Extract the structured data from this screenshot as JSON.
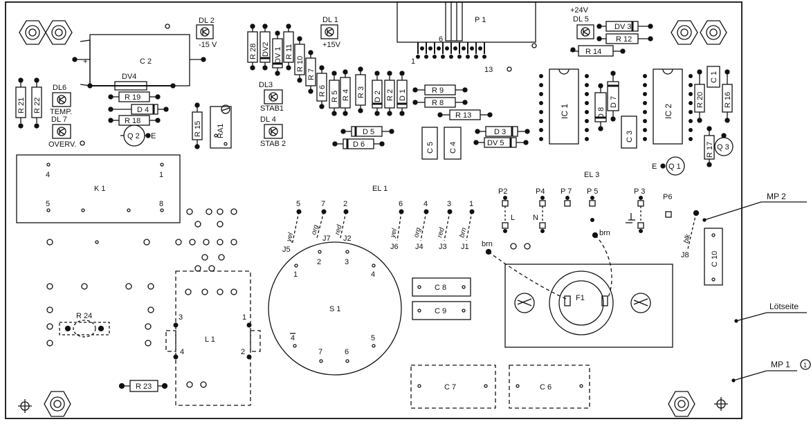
{
  "board_labels": {
    "DL2": "DL 2",
    "m15v": "-15 V",
    "DL1": "DL 1",
    "p15v": "+15V",
    "P1": "P 1",
    "p1_pin6": "6",
    "p1_pin1": "1",
    "p1_pin13": "13",
    "p24v": "+24V",
    "DL5": "DL 5",
    "DV3": "DV 3",
    "R12": "R 12",
    "R14": "R 14",
    "C2": "C 2",
    "c2_plus": "+",
    "R28": "R 28",
    "DV2": "DV2",
    "DV1": "DV 1",
    "R11": "R 11",
    "R10": "R 10",
    "R7": "R 7",
    "R6": "R 6",
    "R5": "R 5",
    "R4": "R 4",
    "R3": "R 3",
    "D2": "D 2",
    "R2": "R 2",
    "D1": "D 1",
    "DV4": "DV4",
    "R19": "R 19",
    "D4": "D 4",
    "R18": "R 18",
    "R21": "R 21",
    "R22": "R 22",
    "DL6": "DL6",
    "TEMP": "TEMP.",
    "DL7": "DL 7",
    "OVERV": "OVERV.",
    "Q2": "Q 2",
    "q2_e": "E",
    "R15": "R 15",
    "RA1": "RA1",
    "DL3": "DL3",
    "STAB1": "STAB1",
    "DL4": "DL 4",
    "STAB2": "STAB 2",
    "R9": "R 9",
    "R8": "R 8",
    "R13": "R 13",
    "D5": "D 5",
    "D6": "D 6",
    "C5": "C 5",
    "C4": "C 4",
    "D3": "D 3",
    "DV5": "DV 5",
    "IC1": "IC 1",
    "D8": "D 8",
    "D7": "D 7",
    "C3": "C 3",
    "IC2": "IC 2",
    "R20": "R 20",
    "C1": "C 1",
    "R16": "R 16",
    "R17": "R 17",
    "Q3": "Q 3",
    "Q1": "Q 1",
    "q1_e": "E",
    "K1": "K 1",
    "k1_4": "4",
    "k1_1": "1",
    "k1_5": "5",
    "k1_8": "8",
    "EL1": "EL 1",
    "EL3": "EL 3",
    "el1_5": "5",
    "el1_7": "7",
    "el1_2": "2",
    "el1_6": "6",
    "el1_4": "4",
    "el1_3": "3",
    "el1_1": "1",
    "J5": "J5",
    "J7": "J7",
    "J2": "J2",
    "J6": "J6",
    "J4": "J4",
    "J3": "J3",
    "J1": "J1",
    "yel": "yel",
    "org": "org",
    "red": "red",
    "brn": "brn",
    "blk": "blk",
    "P2": "P2",
    "P4": "P4",
    "P7": "P 7",
    "P5": "P 5",
    "P3": "P 3",
    "P6": "P6",
    "p2_L": "L",
    "p4_N": "N",
    "J8": "J8",
    "C10": "C 10",
    "S1": "S 1",
    "s1_1": "1",
    "s1_2": "2",
    "s1_3": "3",
    "s1_4": "4",
    "s1_5": "5",
    "s1_6": "6",
    "s1_7": "7",
    "s1_4b": "4",
    "C8": "C 8",
    "C9": "C 9",
    "F1": "F1",
    "R24": "R 24",
    "L1": "L 1",
    "l1_3": "3",
    "l1_1": "1",
    "l1_4": "4",
    "l1_2": "2",
    "R23": "R 23",
    "C7": "C 7",
    "C6": "C 6",
    "MP2": "MP 2",
    "Loetseite": "Lötseite",
    "MP1": "MP 1",
    "mp1_marker": "1"
  }
}
